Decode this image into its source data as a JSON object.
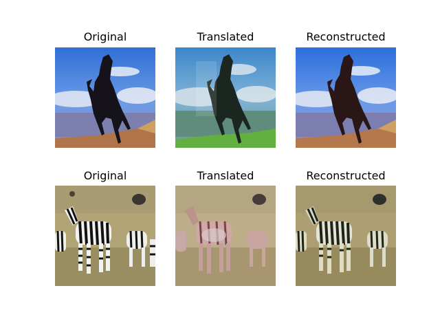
{
  "rows": [
    {
      "panels": [
        {
          "title": "Original"
        },
        {
          "title": "Translated"
        },
        {
          "title": "Reconstructed"
        }
      ]
    },
    {
      "panels": [
        {
          "title": "Original"
        },
        {
          "title": "Translated"
        },
        {
          "title": "Reconstructed"
        }
      ]
    }
  ]
}
